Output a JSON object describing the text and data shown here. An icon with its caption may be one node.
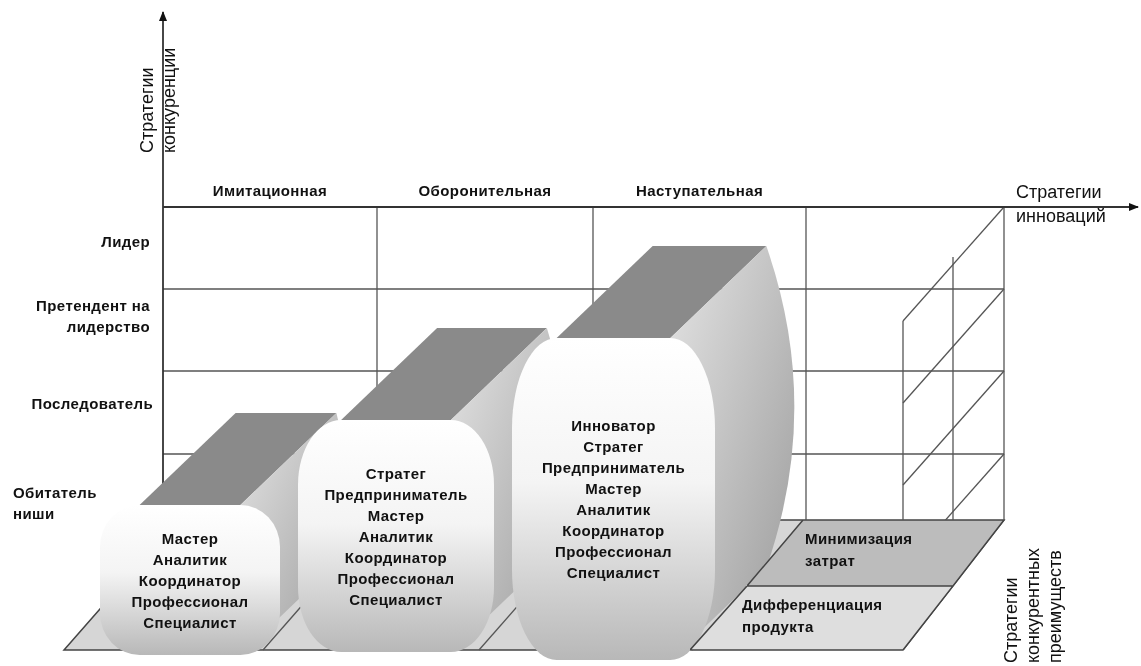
{
  "diagram": {
    "nodes": [
      {
        "text": [
          "Мастер",
          "Аналитик",
          "Координатор",
          "Профессионал",
          "Специалист"
        ]
      },
      {
        "text": [
          "Стратег",
          "Предприниматель",
          "Мастер",
          "Аналитик",
          "Координатор",
          "Профессионал",
          "Специалист"
        ]
      },
      {
        "text": [
          "Инноватор",
          "Стратег",
          "Предприниматель",
          "Мастер",
          "Аналитик",
          "Координатор",
          "Профессионал",
          "Специалист"
        ]
      },
      {
        "text": [
          "Минимизация затрат"
        ]
      },
      {
        "text": [
          "Дифференциация продукта"
        ]
      }
    ],
    "edges": [],
    "labels": [
      "Стратегии конкуренции",
      "Имитационная",
      "Оборонительная",
      "Наступательная",
      "Стратегии инноваций",
      "Лидер",
      "Претендент на лидерство",
      "Последователь",
      "Обитатель ниши",
      "Стратегии конкурентных преимуществ"
    ]
  }
}
